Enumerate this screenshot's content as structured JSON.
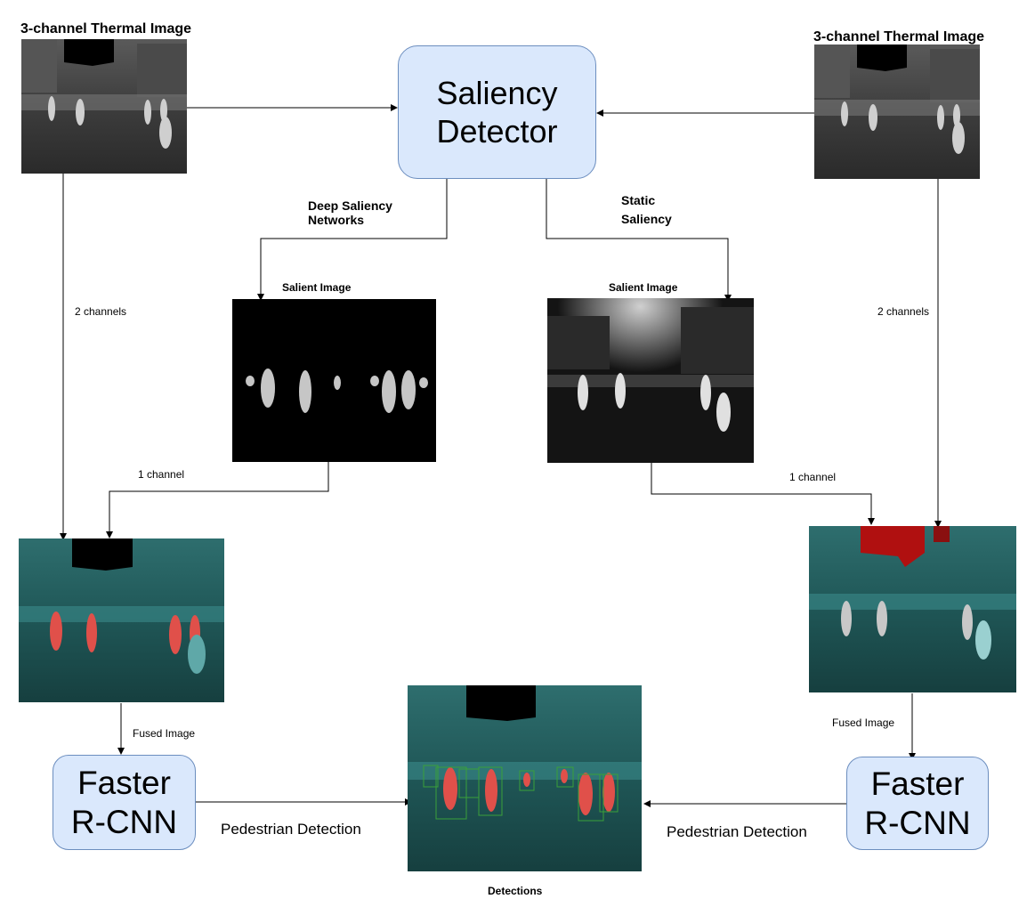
{
  "labels": {
    "thermal_left": "3-channel Thermal Image",
    "thermal_right": "3-channel Thermal Image",
    "deep_saliency_1": "Deep Saliency",
    "deep_saliency_2": "Networks",
    "static_saliency_1": "Static",
    "static_saliency_2": "Saliency",
    "salient_image_left": "Salient Image",
    "salient_image_right": "Salient Image",
    "two_channels_left": "2 channels",
    "two_channels_right": "2 channels",
    "one_channel_left": "1 channel",
    "one_channel_right": "1 channel",
    "fused_image_left": "Fused Image",
    "fused_image_right": "Fused Image",
    "pedestrian_detection_left": "Pedestrian Detection",
    "pedestrian_detection_right": "Pedestrian Detection",
    "detections": "Detections"
  },
  "nodes": {
    "saliency_detector": {
      "line1": "Saliency",
      "line2": "Detector"
    },
    "faster_rcnn_left": {
      "line1": "Faster",
      "line2": "R-CNN"
    },
    "faster_rcnn_right": {
      "line1": "Faster",
      "line2": "R-CNN"
    }
  },
  "colors": {
    "node_fill": "#dae8fc",
    "node_stroke": "#6c8ebf",
    "fused_teal": "#1e5a5a",
    "pedestrian_red": "#e0504a",
    "detection_box": "#3aa03a"
  }
}
